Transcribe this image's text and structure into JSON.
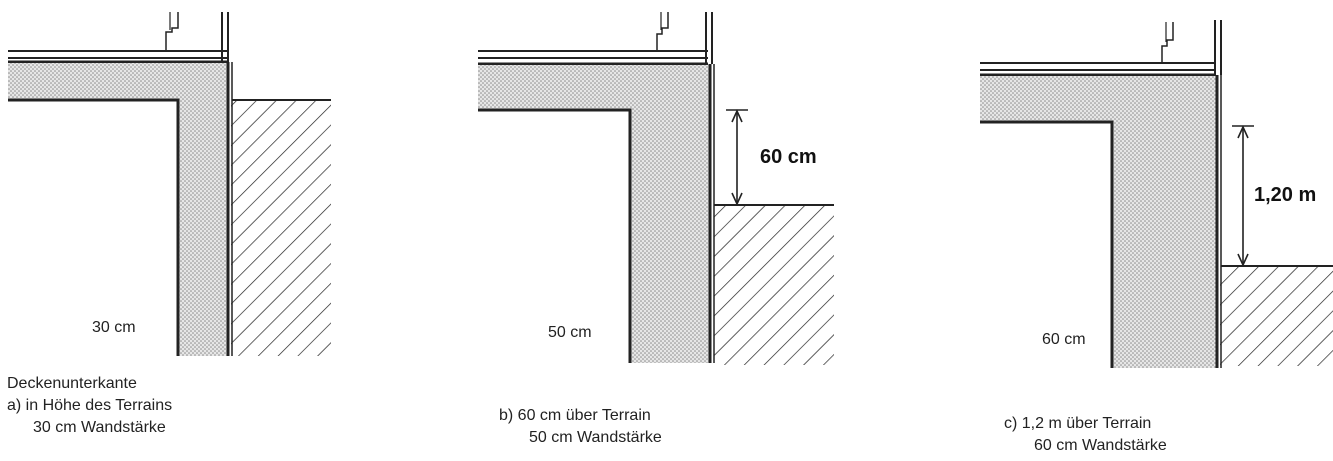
{
  "panels": [
    {
      "id": "a",
      "thickness_label": "30 cm",
      "caption_heading": "Deckenunterkante",
      "caption_line1": "a)  in Höhe des Terrains",
      "caption_line2": "30 cm Wandstärke"
    },
    {
      "id": "b",
      "thickness_label": "50 cm",
      "dimension_label": "60  cm",
      "caption_line1": "b)  60 cm über Terrain",
      "caption_line2": "50 cm Wandstärke"
    },
    {
      "id": "c",
      "thickness_label": "60 cm",
      "dimension_label": "1,20  m",
      "caption_line1": "c)  1,2 m über Terrain",
      "caption_line2": "60 cm Wandstärke"
    }
  ]
}
